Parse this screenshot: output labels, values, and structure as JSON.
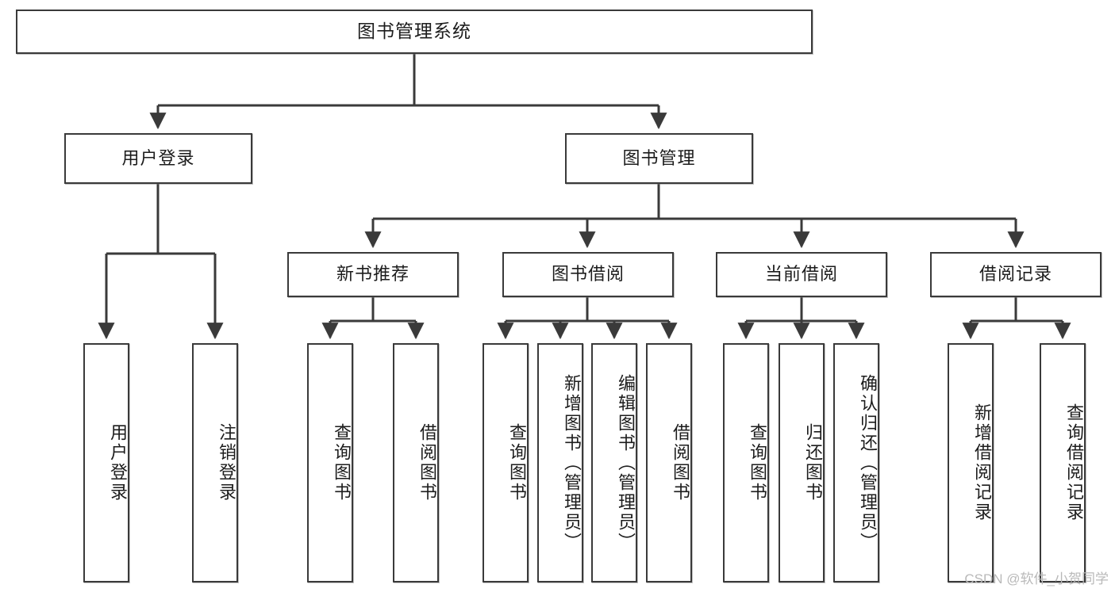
{
  "diagram": {
    "type": "tree-hierarchy-chart",
    "title": "图书管理系统",
    "watermark": "CSDN @软件_小贺同学",
    "colors": {
      "box_border": "#3a3a3a",
      "box_fill": "#ffffff",
      "text": "#1c1c1c",
      "edge": "#3a3a3a",
      "watermark": "#b9b9b9"
    },
    "nodes": {
      "root": {
        "label": "图书管理系统",
        "level": 1
      },
      "user_login": {
        "label": "用户登录",
        "level": 2
      },
      "book_manage": {
        "label": "图书管理",
        "level": 2
      },
      "new_book_rec": {
        "label": "新书推荐",
        "level": 3
      },
      "book_borrow": {
        "label": "图书借阅",
        "level": 3
      },
      "current_borrow": {
        "label": "当前借阅",
        "level": 3
      },
      "borrow_record": {
        "label": "借阅记录",
        "level": 3
      },
      "leaf_user_login": {
        "label": "用户登录",
        "level": 4
      },
      "leaf_logout": {
        "label": "注销登录",
        "level": 4
      },
      "leaf_query_book_1": {
        "label": "查询图书",
        "level": 4
      },
      "leaf_borrow_book_1": {
        "label": "借阅图书",
        "level": 4
      },
      "leaf_query_book_2": {
        "label": "查询图书",
        "level": 4
      },
      "leaf_add_book": {
        "label": "新增图书（管理员）",
        "level": 4
      },
      "leaf_edit_book": {
        "label": "编辑图书（管理员）",
        "level": 4
      },
      "leaf_borrow_book_2": {
        "label": "借阅图书",
        "level": 4
      },
      "leaf_query_book_3": {
        "label": "查询图书",
        "level": 4
      },
      "leaf_return_book": {
        "label": "归还图书",
        "level": 4
      },
      "leaf_confirm_return": {
        "label": "确认归还（管理员）",
        "level": 4
      },
      "leaf_add_record": {
        "label": "新增借阅记录",
        "level": 4
      },
      "leaf_query_record": {
        "label": "查询借阅记录",
        "level": 4
      }
    },
    "edges": [
      {
        "from": "root",
        "to": "user_login"
      },
      {
        "from": "root",
        "to": "book_manage"
      },
      {
        "from": "user_login",
        "to": "leaf_user_login"
      },
      {
        "from": "user_login",
        "to": "leaf_logout"
      },
      {
        "from": "book_manage",
        "to": "new_book_rec"
      },
      {
        "from": "book_manage",
        "to": "book_borrow"
      },
      {
        "from": "book_manage",
        "to": "current_borrow"
      },
      {
        "from": "book_manage",
        "to": "borrow_record"
      },
      {
        "from": "new_book_rec",
        "to": "leaf_query_book_1"
      },
      {
        "from": "new_book_rec",
        "to": "leaf_borrow_book_1"
      },
      {
        "from": "book_borrow",
        "to": "leaf_query_book_2"
      },
      {
        "from": "book_borrow",
        "to": "leaf_add_book"
      },
      {
        "from": "book_borrow",
        "to": "leaf_edit_book"
      },
      {
        "from": "book_borrow",
        "to": "leaf_borrow_book_2"
      },
      {
        "from": "current_borrow",
        "to": "leaf_query_book_3"
      },
      {
        "from": "current_borrow",
        "to": "leaf_return_book"
      },
      {
        "from": "current_borrow",
        "to": "leaf_confirm_return"
      },
      {
        "from": "borrow_record",
        "to": "leaf_add_record"
      },
      {
        "from": "borrow_record",
        "to": "leaf_query_record"
      }
    ]
  }
}
